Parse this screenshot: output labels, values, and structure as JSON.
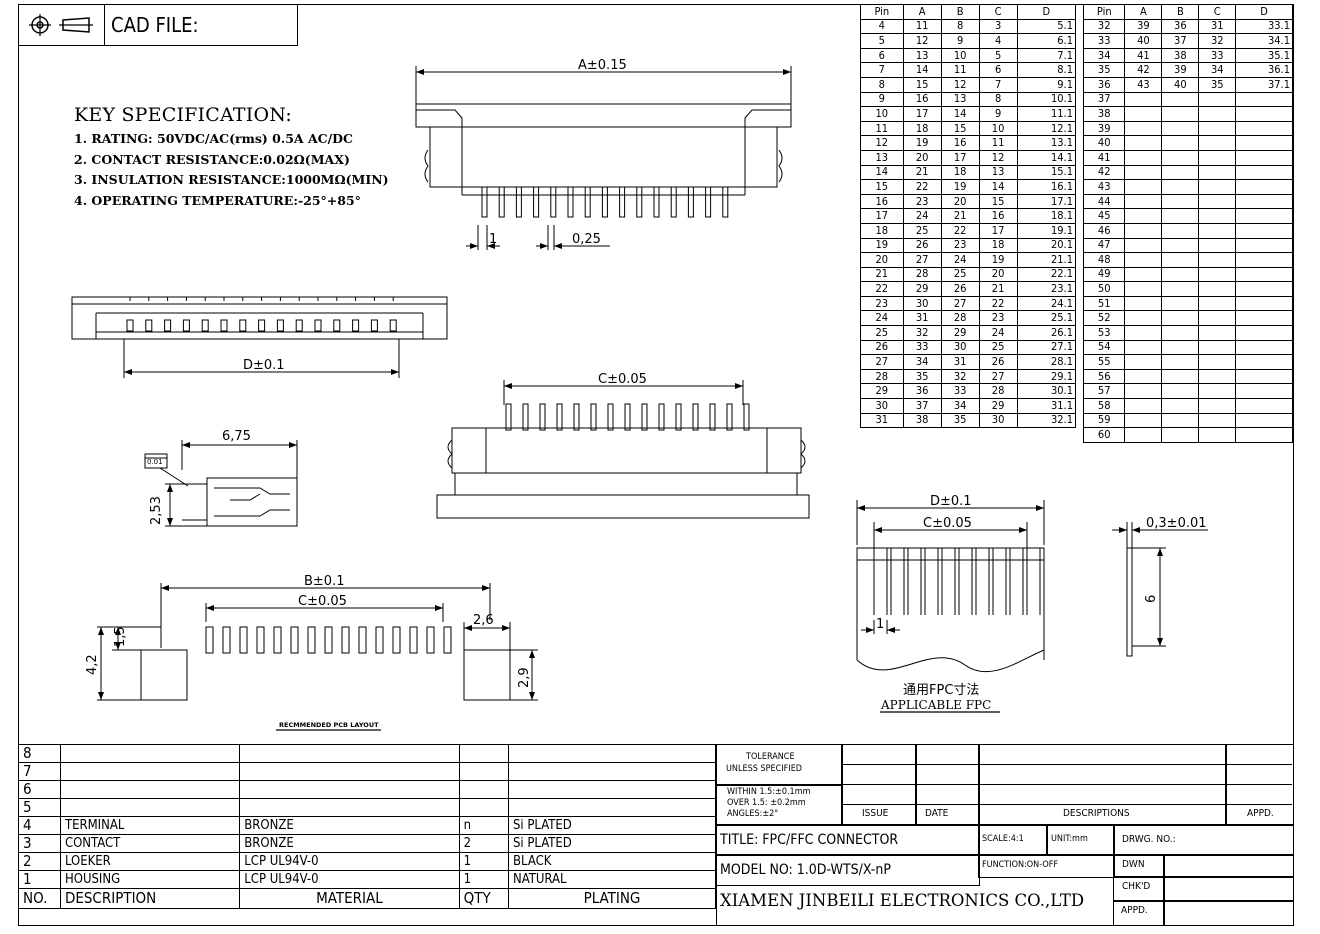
{
  "header": {
    "cad_label": "CAD FILE:"
  },
  "icons": {
    "projection": "first-angle-projection-icon"
  },
  "spec": {
    "title": "KEY SPECIFICATION:",
    "items": [
      "1. RATING: 50VDC/AC(rms) 0.5A AC/DC",
      "2. CONTACT RESISTANCE:0.02Ω(MAX)",
      "3. INSULATION RESISTANCE:1000MΩ(MIN)",
      "4. OPERATING TEMPERATURE:-25°+85°"
    ]
  },
  "dimensions": {
    "a": "A±0.15",
    "pitch": "1",
    "pin_width": "0,25",
    "d": "D±0.1",
    "c_front": "C±0.05",
    "depth": "6,75",
    "height": "2,53",
    "b_pcb": "B±0.1",
    "c_pcb": "C±0.05",
    "pcb_15": "1,5",
    "pcb_42": "4,2",
    "pcb_26": "2,6",
    "pcb_29": "2,9",
    "pcb_layout": "RECMMENDED PCB LAYOUT",
    "fpc_d": "D±0.1",
    "fpc_c": "C±0.05",
    "fpc_pitch": "1",
    "fpc_thick": "0,3±0.01",
    "fpc_len": "6",
    "fpc_cn": "通用FPC寸法",
    "fpc_en": "APPLICABLE  FPC",
    "detail": "0.01"
  },
  "pin_table_headers": [
    "Pin",
    "A",
    "B",
    "C",
    "D"
  ],
  "pin_table_left": [
    [
      "4",
      "11",
      "8",
      "3",
      "5.1"
    ],
    [
      "5",
      "12",
      "9",
      "4",
      "6.1"
    ],
    [
      "6",
      "13",
      "10",
      "5",
      "7.1"
    ],
    [
      "7",
      "14",
      "11",
      "6",
      "8.1"
    ],
    [
      "8",
      "15",
      "12",
      "7",
      "9.1"
    ],
    [
      "9",
      "16",
      "13",
      "8",
      "10.1"
    ],
    [
      "10",
      "17",
      "14",
      "9",
      "11.1"
    ],
    [
      "11",
      "18",
      "15",
      "10",
      "12.1"
    ],
    [
      "12",
      "19",
      "16",
      "11",
      "13.1"
    ],
    [
      "13",
      "20",
      "17",
      "12",
      "14.1"
    ],
    [
      "14",
      "21",
      "18",
      "13",
      "15.1"
    ],
    [
      "15",
      "22",
      "19",
      "14",
      "16.1"
    ],
    [
      "16",
      "23",
      "20",
      "15",
      "17.1"
    ],
    [
      "17",
      "24",
      "21",
      "16",
      "18.1"
    ],
    [
      "18",
      "25",
      "22",
      "17",
      "19.1"
    ],
    [
      "19",
      "26",
      "23",
      "18",
      "20.1"
    ],
    [
      "20",
      "27",
      "24",
      "19",
      "21.1"
    ],
    [
      "21",
      "28",
      "25",
      "20",
      "22.1"
    ],
    [
      "22",
      "29",
      "26",
      "21",
      "23.1"
    ],
    [
      "23",
      "30",
      "27",
      "22",
      "24.1"
    ],
    [
      "24",
      "31",
      "28",
      "23",
      "25.1"
    ],
    [
      "25",
      "32",
      "29",
      "24",
      "26.1"
    ],
    [
      "26",
      "33",
      "30",
      "25",
      "27.1"
    ],
    [
      "27",
      "34",
      "31",
      "26",
      "28.1"
    ],
    [
      "28",
      "35",
      "32",
      "27",
      "29.1"
    ],
    [
      "29",
      "36",
      "33",
      "28",
      "30.1"
    ],
    [
      "30",
      "37",
      "34",
      "29",
      "31.1"
    ],
    [
      "31",
      "38",
      "35",
      "30",
      "32.1"
    ]
  ],
  "pin_table_right": [
    [
      "32",
      "39",
      "36",
      "31",
      "33.1"
    ],
    [
      "33",
      "40",
      "37",
      "32",
      "34.1"
    ],
    [
      "34",
      "41",
      "38",
      "33",
      "35.1"
    ],
    [
      "35",
      "42",
      "39",
      "34",
      "36.1"
    ],
    [
      "36",
      "43",
      "40",
      "35",
      "37.1"
    ],
    [
      "37",
      "",
      "",
      "",
      ""
    ],
    [
      "38",
      "",
      "",
      "",
      ""
    ],
    [
      "39",
      "",
      "",
      "",
      ""
    ],
    [
      "40",
      "",
      "",
      "",
      ""
    ],
    [
      "41",
      "",
      "",
      "",
      ""
    ],
    [
      "42",
      "",
      "",
      "",
      ""
    ],
    [
      "43",
      "",
      "",
      "",
      ""
    ],
    [
      "44",
      "",
      "",
      "",
      ""
    ],
    [
      "45",
      "",
      "",
      "",
      ""
    ],
    [
      "46",
      "",
      "",
      "",
      ""
    ],
    [
      "47",
      "",
      "",
      "",
      ""
    ],
    [
      "48",
      "",
      "",
      "",
      ""
    ],
    [
      "49",
      "",
      "",
      "",
      ""
    ],
    [
      "50",
      "",
      "",
      "",
      ""
    ],
    [
      "51",
      "",
      "",
      "",
      ""
    ],
    [
      "52",
      "",
      "",
      "",
      ""
    ],
    [
      "53",
      "",
      "",
      "",
      ""
    ],
    [
      "54",
      "",
      "",
      "",
      ""
    ],
    [
      "55",
      "",
      "",
      "",
      ""
    ],
    [
      "56",
      "",
      "",
      "",
      ""
    ],
    [
      "57",
      "",
      "",
      "",
      ""
    ],
    [
      "58",
      "",
      "",
      "",
      ""
    ],
    [
      "59",
      "",
      "",
      "",
      ""
    ],
    [
      "60",
      "",
      "",
      "",
      ""
    ]
  ],
  "bom": {
    "rows": [
      [
        "8",
        "",
        "",
        "",
        ""
      ],
      [
        "7",
        "",
        "",
        "",
        ""
      ],
      [
        "6",
        "",
        "",
        "",
        ""
      ],
      [
        "5",
        "",
        "",
        "",
        ""
      ],
      [
        "4",
        "TERMINAL",
        "BRONZE",
        "n",
        "Si PLATED"
      ],
      [
        "3",
        "CONTACT",
        "BRONZE",
        "2",
        "Si PLATED"
      ],
      [
        "2",
        "LOEKER",
        "LCP UL94V-0",
        "1",
        "BLACK"
      ],
      [
        "1",
        "HOUSING",
        "LCP UL94V-0",
        "1",
        "NATURAL"
      ]
    ],
    "header": [
      "NO.",
      "DESCRIPTION",
      "MATERIAL",
      "QTY",
      "PLATING"
    ]
  },
  "title_block": {
    "tolerance_1": "TOLERANCE",
    "tolerance_2": "UNLESS SPECIFIED",
    "within": "WITHIN 1.5:±0.1mm",
    "over": "OVER 1.5:  ±0.2mm",
    "angles": "ANGLES:±2°",
    "issue": "ISSUE",
    "date": "DATE",
    "descriptions": "DESCRIPTIONS",
    "appd": "APPD.",
    "title": "TITLE:  FPC/FFC  CONNECTOR",
    "scale": "SCALE:4:1",
    "unit": "UNIT:mm",
    "drwg": "DRWG. NO.:",
    "model": "MODEL  NO: 1.0D-WTS/X-nP",
    "function": "FUNCTION:ON-OFF",
    "dwn": "DWN",
    "chkd": "CHK'D",
    "appd2": "APPD.",
    "company": "XIAMEN JINBEILI ELECTRONICS CO.,LTD"
  }
}
